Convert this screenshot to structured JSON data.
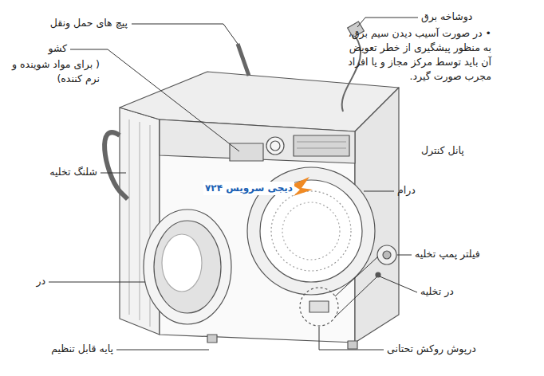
{
  "diagram": {
    "labels": [
      "پیچ های حمل ونقل",
      "کشو",
      "( برای مواد شوینده و نرم کننده)",
      "شلنگ تخلیه",
      "در",
      "پایه قابل تنظیم",
      "دوشاخه برق",
      "• در صورت آسیب دیدن سیم برق، به منظور پیشگیری از خطر تعویض آن باید توسط مرکز مجاز و یا افراد مجرب صورت گیرد.",
      "پانل کنترل",
      "درام",
      "فیلتر پمپ تخلیه",
      "در تخلیه",
      "درپوش روکش تحتانی",
      "دیجی سرویس ۷۲۴"
    ]
  }
}
